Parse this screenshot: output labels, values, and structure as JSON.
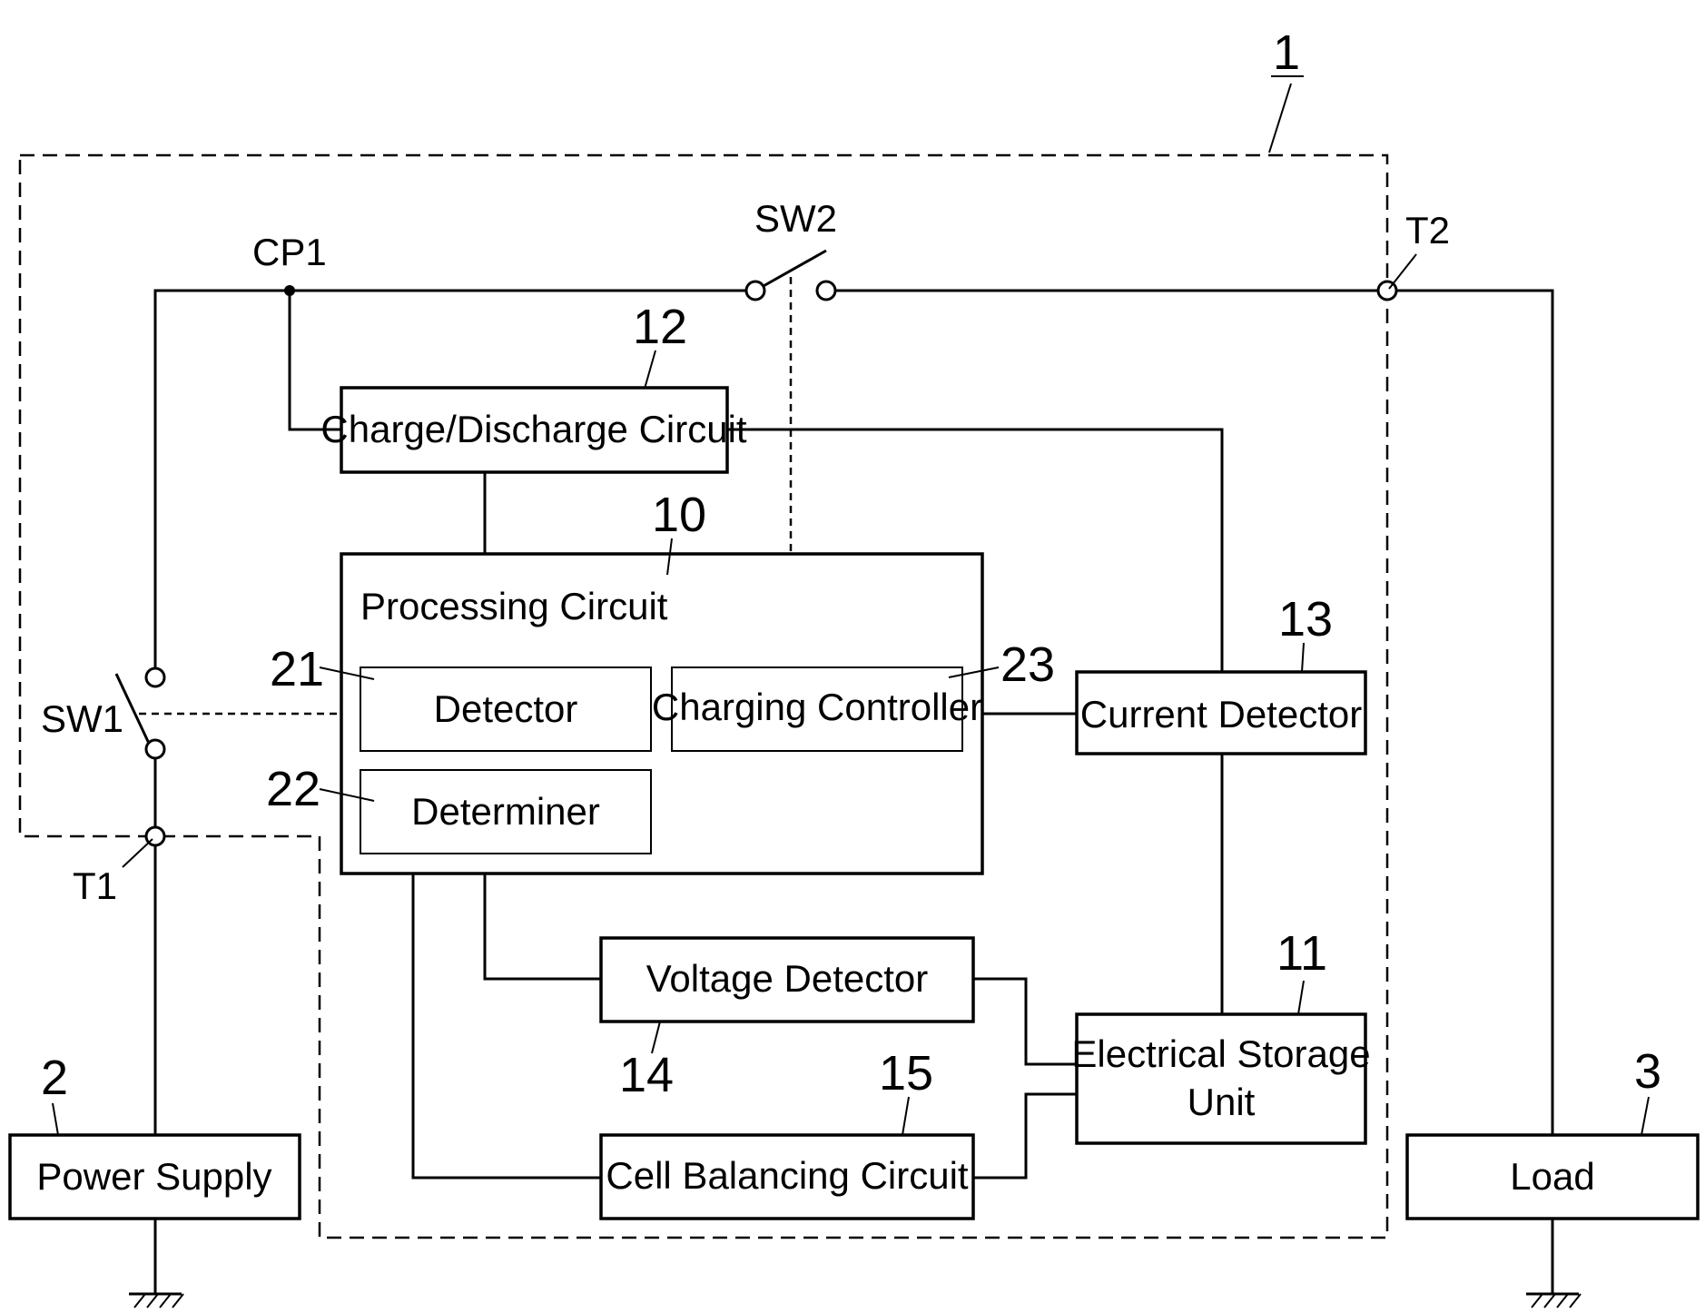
{
  "blocks": {
    "charge_discharge": "Charge/Discharge Circuit",
    "processing": "Processing Circuit",
    "detector": "Detector",
    "determiner": "Determiner",
    "charging_controller": "Charging Controller",
    "current_detector": "Current Detector",
    "voltage_detector": "Voltage Detector",
    "storage_line1": "Electrical Storage",
    "storage_line2": "Unit",
    "cell_balancing": "Cell Balancing Circuit",
    "power_supply": "Power Supply",
    "load": "Load"
  },
  "nodes": {
    "cp1": "CP1",
    "sw1": "SW1",
    "sw2": "SW2",
    "t1": "T1",
    "t2": "T2"
  },
  "refs": {
    "device": "1",
    "power_supply": "2",
    "load": "3",
    "processing": "10",
    "storage": "11",
    "charge_discharge": "12",
    "current_detector": "13",
    "voltage_detector": "14",
    "cell_balancing": "15",
    "detector": "21",
    "determiner": "22",
    "charging_controller": "23"
  }
}
